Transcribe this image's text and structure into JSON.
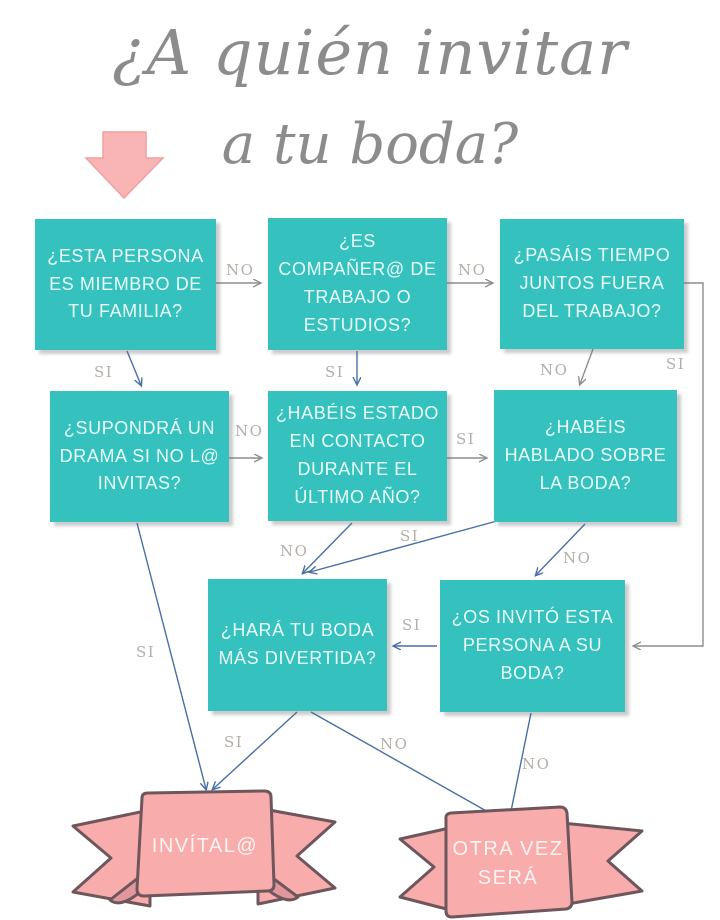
{
  "title": {
    "line1": "¿A quién invitar",
    "line2": "a tu boda?"
  },
  "nodes": [
    {
      "id": "family",
      "label": "¿ESTA PERSONA ES MIEMBRO DE TU FAMILIA?"
    },
    {
      "id": "coworker",
      "label": "¿ES COMPAÑER@ DE TRABAJO O ESTUDIOS?"
    },
    {
      "id": "time-together",
      "label": "¿PASÁIS TIEMPO JUNTOS FUERA DEL TRABAJO?"
    },
    {
      "id": "drama",
      "label": "¿SUPONDRÁ UN DRAMA SI NO L@ INVITAS?"
    },
    {
      "id": "contact",
      "label": "¿HABÉIS ESTADO EN CONTACTO DURANTE EL ÚLTIMO AÑO?"
    },
    {
      "id": "talked-wedding",
      "label": "¿HABÉIS HABLADO SOBRE LA BODA?"
    },
    {
      "id": "funnier",
      "label": "¿HARÁ TU BODA MÁS DIVERTIDA?"
    },
    {
      "id": "invited-you",
      "label": "¿OS INVITÓ ESTA PERSONA A SU BODA?"
    }
  ],
  "edges": [
    {
      "from": "family",
      "to": "coworker",
      "label": "NO"
    },
    {
      "from": "coworker",
      "to": "time-together",
      "label": "NO"
    },
    {
      "from": "family",
      "to": "drama",
      "label": "SI"
    },
    {
      "from": "coworker",
      "to": "contact",
      "label": "SI"
    },
    {
      "from": "time-together",
      "to": "talked-wedding",
      "label": "NO"
    },
    {
      "from": "time-together",
      "to": "invited-you",
      "label": "SI"
    },
    {
      "from": "drama",
      "to": "contact",
      "label": "NO"
    },
    {
      "from": "contact",
      "to": "talked-wedding",
      "label": "SI"
    },
    {
      "from": "contact",
      "to": "funnier",
      "label": "NO"
    },
    {
      "from": "talked-wedding",
      "to": "funnier",
      "label": "SI"
    },
    {
      "from": "talked-wedding",
      "to": "invited-you",
      "label": "NO"
    },
    {
      "from": "drama",
      "to": "invite-banner",
      "label": "SI"
    },
    {
      "from": "invited-you",
      "to": "funnier",
      "label": "SI"
    },
    {
      "from": "funnier",
      "to": "invite-banner",
      "label": "SI"
    },
    {
      "from": "funnier",
      "to": "next-time-banner",
      "label": "NO"
    },
    {
      "from": "invited-you",
      "to": "next-time-banner",
      "label": "NO"
    }
  ],
  "banners": {
    "invite_label": "INVÍTAL@",
    "pass_label": "OTRA VEZ SERÁ"
  },
  "colors": {
    "node_teal": "#35c1bd",
    "node_text": "#e9fdfb",
    "banner_pink": "#f8acac",
    "banner_outline": "#6d565c",
    "arrow_pink": "#f9b5b5",
    "connector_gray": "#8e8e8e",
    "connector_blue": "#4a6fa5",
    "label_gray": "#b5aea8",
    "title_gray": "#8c8c8c"
  }
}
